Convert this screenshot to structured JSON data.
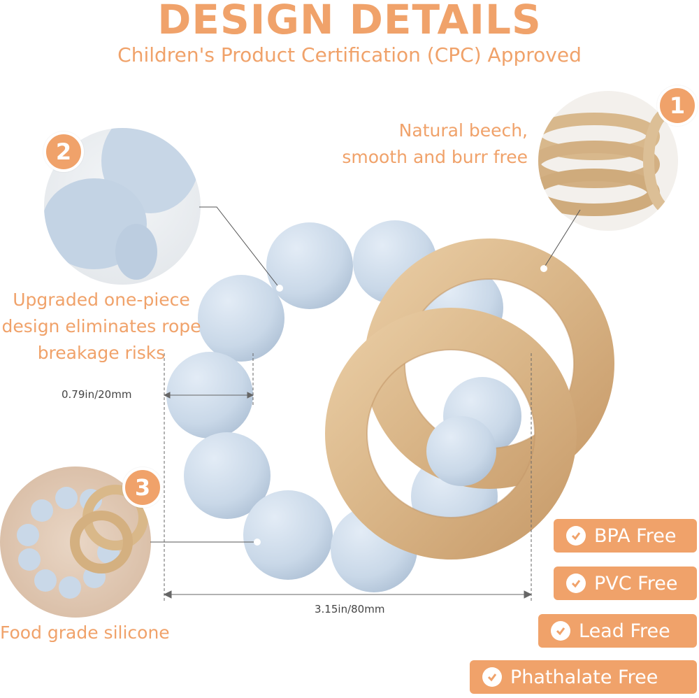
{
  "header": {
    "title": "DESIGN DETAILS",
    "subtitle": "Children's Product Certification (CPC) Approved"
  },
  "features": [
    {
      "number": "1",
      "caption_line1": "Natural beech,",
      "caption_line2": "smooth and burr free"
    },
    {
      "number": "2",
      "caption_line1": "Upgraded one-piece",
      "caption_line2": "design eliminates rope",
      "caption_line3": "breakage risks"
    },
    {
      "number": "3",
      "caption_line1": "Food grade silicone"
    }
  ],
  "measurements": {
    "bead_size": "0.79in/20mm",
    "overall_width": "3.15in/80mm"
  },
  "badges": [
    {
      "label": "BPA Free",
      "icon": "check-icon"
    },
    {
      "label": "PVC Free",
      "icon": "check-icon"
    },
    {
      "label": "Lead Free",
      "icon": "check-icon"
    },
    {
      "label": "Phathalate Free",
      "icon": "check-icon"
    }
  ],
  "colors": {
    "accent": "#f0a26a",
    "silicone": "#c9d8e8",
    "wood": "#ddbb8e"
  }
}
